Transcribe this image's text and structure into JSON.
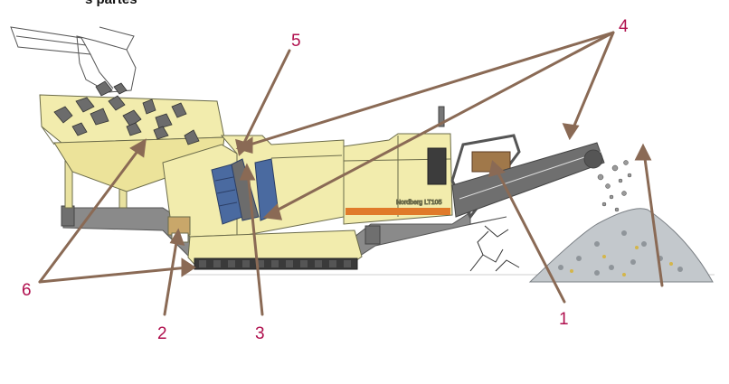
{
  "header": {
    "cropped_text": "s partes"
  },
  "callouts": {
    "c1": "1",
    "c2": "2",
    "c3": "3",
    "c4": "4",
    "c5": "5",
    "c6": "6"
  },
  "machine": {
    "brand_plate": "Nordberg LT105"
  },
  "colors": {
    "machine_body": "#f2ecad",
    "machine_outline": "#6b6b4a",
    "chassis": "#8a8a8a",
    "crusher_blue": "#4a6aa0",
    "leader_arrow": "#8a6a55",
    "callout_text": "#b0104e",
    "stripe_orange": "#e07a2a"
  }
}
